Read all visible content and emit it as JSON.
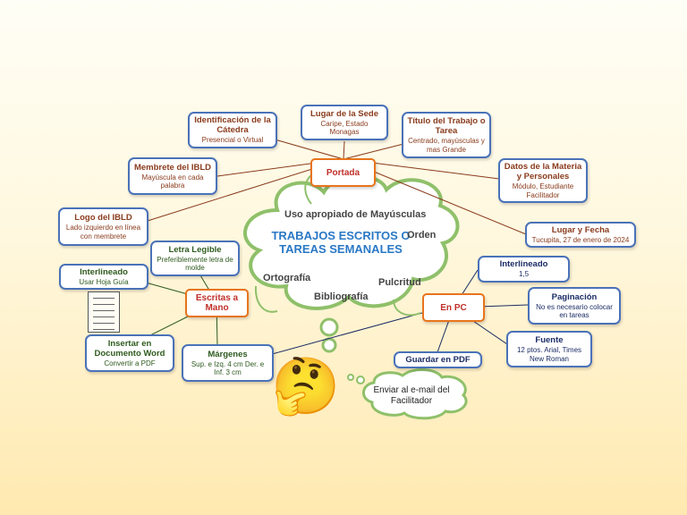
{
  "center": {
    "title": "TRABAJOS ESCRITOS O TAREAS SEMANALES",
    "keywords": [
      "Uso apropiado de Mayúsculas",
      "Orden",
      "Ortografía",
      "Pulcritud",
      "Bibliografía"
    ]
  },
  "hubs": {
    "portada": "Portada",
    "escritas": "Escritas a Mano",
    "pc": "En PC"
  },
  "portada_items": [
    {
      "title": "Identificación de la Cátedra",
      "desc": "Presencial o Virtual"
    },
    {
      "title": "Lugar de la Sede",
      "desc": "Caripe, Estado Monagas"
    },
    {
      "title": "Título del Trabajo o Tarea",
      "desc": "Centrado, mayúsculas y mas Grande"
    },
    {
      "title": "Membrete del IBLD",
      "desc": "Mayúscula en cada palabra"
    },
    {
      "title": "Datos de la Materia y Personales",
      "desc": "Módulo, Estudiante Facilitador"
    },
    {
      "title": "Logo del IBLD",
      "desc": "Lado izquierdo en línea con membrete"
    },
    {
      "title": "Lugar y Fecha",
      "desc": "Tucupita, 27 de enero de 2024"
    }
  ],
  "mano_items": [
    {
      "title": "Letra Legible",
      "desc": "Preferiblemente letra de molde"
    },
    {
      "title": "Interlineado",
      "desc": "Usar Hoja Guía"
    },
    {
      "title": "Insertar en Documento Word",
      "desc": "Convertir a PDF"
    },
    {
      "title": "Márgenes",
      "desc": "Sup. e Izq. 4 cm Der. e Inf. 3 cm"
    }
  ],
  "pc_items": [
    {
      "title": "Interlineado",
      "desc": "1,5"
    },
    {
      "title": "Paginación",
      "desc": "No es necesario colocar en tareas"
    },
    {
      "title": "Fuente",
      "desc": "12 ptos. Arial, Times New Roman"
    },
    {
      "title": "Guardar en PDF",
      "desc": ""
    }
  ],
  "callout": "Enviar al e-mail del Facilitador",
  "icons": {
    "thinking": "thinking-face-icon",
    "notepad": "lined-paper-icon"
  },
  "colors": {
    "hub_border": "#e8741c",
    "hub_text": "#c0302a",
    "node_border": "#4a72b8",
    "portada_text": "#8a3b1c",
    "mano_text": "#2e5a1e",
    "pc_text": "#1b2c66",
    "center_text": "#2a78c6",
    "cloud_border": "#8fc06a",
    "connector": "#8a3b1c"
  }
}
